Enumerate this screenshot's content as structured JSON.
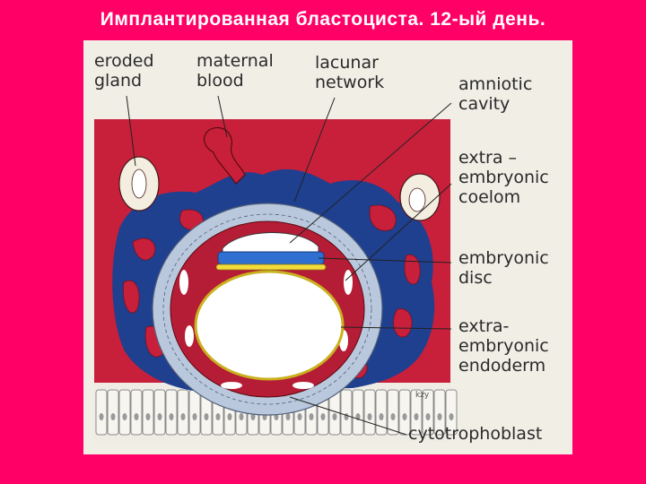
{
  "slide": {
    "title": "Имплантированная бластоциста. 12-ый день."
  },
  "figure": {
    "signature": "kzy",
    "labels": {
      "eroded_gland": "eroded\ngland",
      "maternal_blood": "maternal\nblood",
      "lacunar_network": "lacunar\nnetwork",
      "amniotic_cavity": "amniotic\ncavity",
      "extraembryonic_coelom": "extra –\nembryonic\ncoelom",
      "embryonic_disc": "embryonic\ndisc",
      "extraembryonic_endoderm": "extra-\nembryonic\nendoderm",
      "cytotrophoblast": "cytotrophoblast"
    }
  },
  "colors": {
    "background": "#ff0066",
    "maternal_tissue": "#c8203a",
    "syncytiotrophoblast": "#1f3f8f",
    "cytotrophoblast": "#b9c8dc",
    "embryonic_disc": "#2e6fd0",
    "hypoblast": "#f2dc3a"
  }
}
